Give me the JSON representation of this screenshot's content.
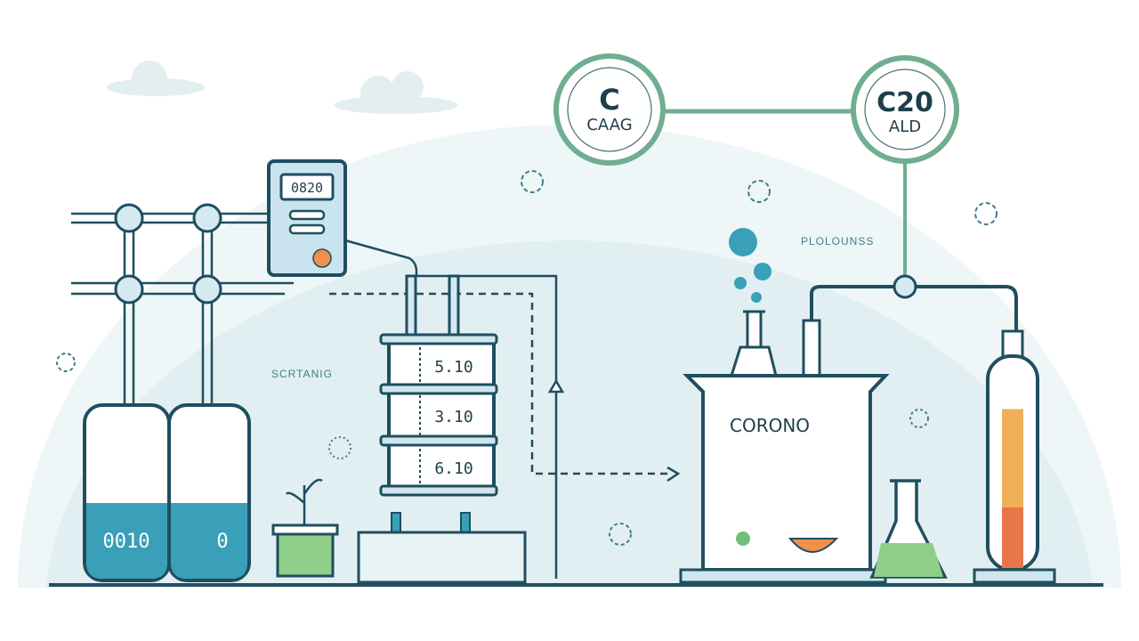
{
  "colors": {
    "line": "#1f4e5f",
    "teal": "#3a9fb8",
    "green_ring": "#6fae90",
    "bg_arc": "#e3f0f2",
    "orange": "#f0904a"
  },
  "nodes": [
    {
      "title": "C",
      "subtitle": "CAAG"
    },
    {
      "title": "C20",
      "subtitle": "ALD"
    }
  ],
  "labels": {
    "scrtanig": "SCRTANIG",
    "plolounss": "PLOLOUNSS",
    "vessel": "CORONO"
  },
  "control_panel": {
    "display": "0820"
  },
  "column": {
    "stages": [
      "5.10",
      "3.10",
      "6.10"
    ]
  },
  "tanks": [
    {
      "value": "0010"
    },
    {
      "value": "0"
    }
  ],
  "thermometer": {
    "fill_fraction": 0.75
  }
}
